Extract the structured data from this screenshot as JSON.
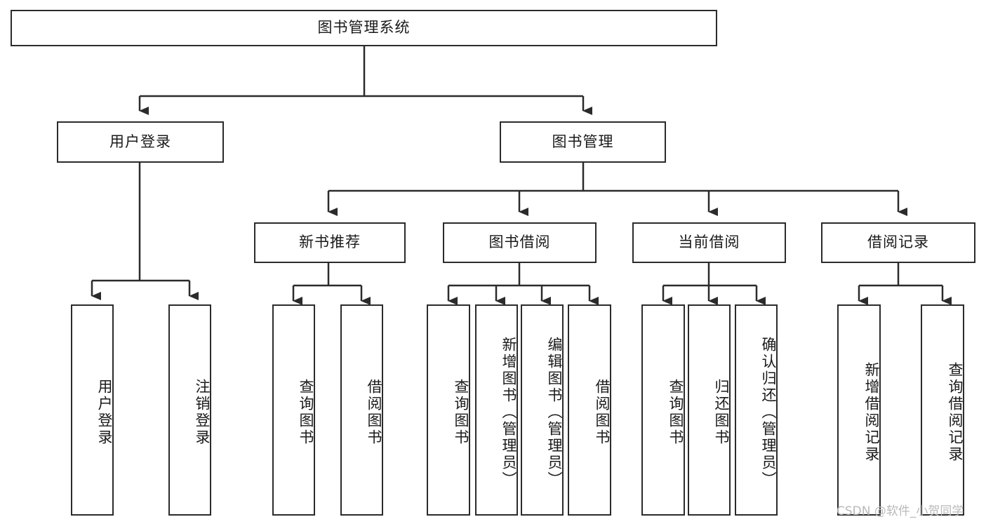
{
  "diagram": {
    "type": "tree",
    "title": "图书管理系统",
    "watermark": "CSDN @软件_小贺同学",
    "colors": {
      "background": "#ffffff",
      "stroke": "#2b2b2b",
      "text": "#1a1a1a",
      "watermark": "#b9b9b9"
    },
    "nodes": {
      "root": {
        "label": "图书管理系统"
      },
      "level2": [
        {
          "id": "user_login",
          "label": "用户登录"
        },
        {
          "id": "book_manage",
          "label": "图书管理"
        }
      ],
      "level3": [
        {
          "id": "new_book_rec",
          "label": "新书推荐"
        },
        {
          "id": "book_borrow",
          "label": "图书借阅"
        },
        {
          "id": "current_borrow",
          "label": "当前借阅"
        },
        {
          "id": "borrow_record",
          "label": "借阅记录"
        }
      ],
      "leaves": {
        "user_login": [
          {
            "id": "leaf_user_login",
            "label": "用户登录"
          },
          {
            "id": "leaf_logout",
            "label": "注销登录"
          }
        ],
        "new_book_rec": [
          {
            "id": "leaf_query_book_1",
            "label": "查询图书"
          },
          {
            "id": "leaf_borrow_book_1",
            "label": "借阅图书"
          }
        ],
        "book_borrow": [
          {
            "id": "leaf_query_book_2",
            "label": "查询图书"
          },
          {
            "id": "leaf_add_book",
            "label": "新增图书（管理员）"
          },
          {
            "id": "leaf_edit_book",
            "label": "编辑图书（管理员）"
          },
          {
            "id": "leaf_borrow_book_2",
            "label": "借阅图书"
          }
        ],
        "current_borrow": [
          {
            "id": "leaf_query_book_3",
            "label": "查询图书"
          },
          {
            "id": "leaf_return_book",
            "label": "归还图书"
          },
          {
            "id": "leaf_confirm_return",
            "label": "确认归还（管理员）"
          }
        ],
        "borrow_record": [
          {
            "id": "leaf_add_record",
            "label": "新增借阅记录"
          },
          {
            "id": "leaf_query_record",
            "label": "查询借阅记录"
          }
        ]
      }
    }
  }
}
